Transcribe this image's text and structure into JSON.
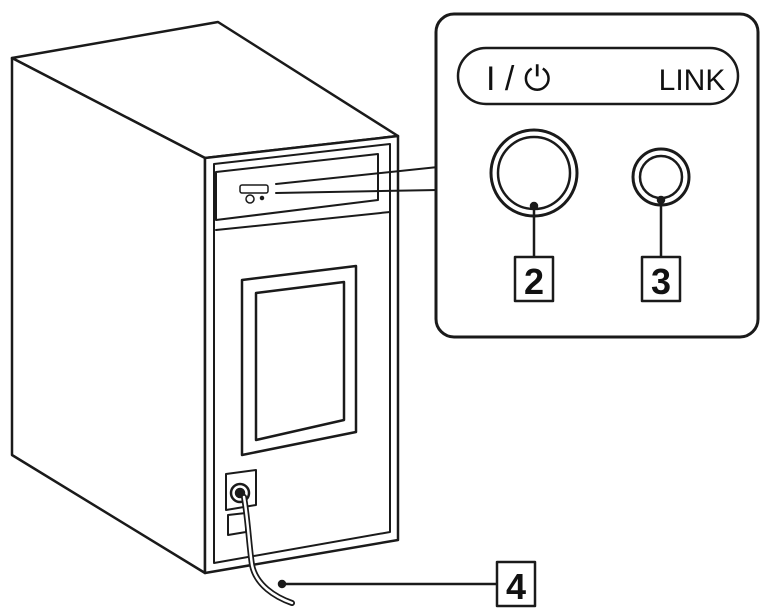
{
  "panel": {
    "power_label": "I / ⏻",
    "link_label": "LINK",
    "power_button_icon": "power-icon"
  },
  "callouts": {
    "power_button": "2",
    "link_button": "3",
    "power_cord": "4"
  },
  "colors": {
    "line": "#1a1a1a",
    "fill": "#ffffff"
  }
}
